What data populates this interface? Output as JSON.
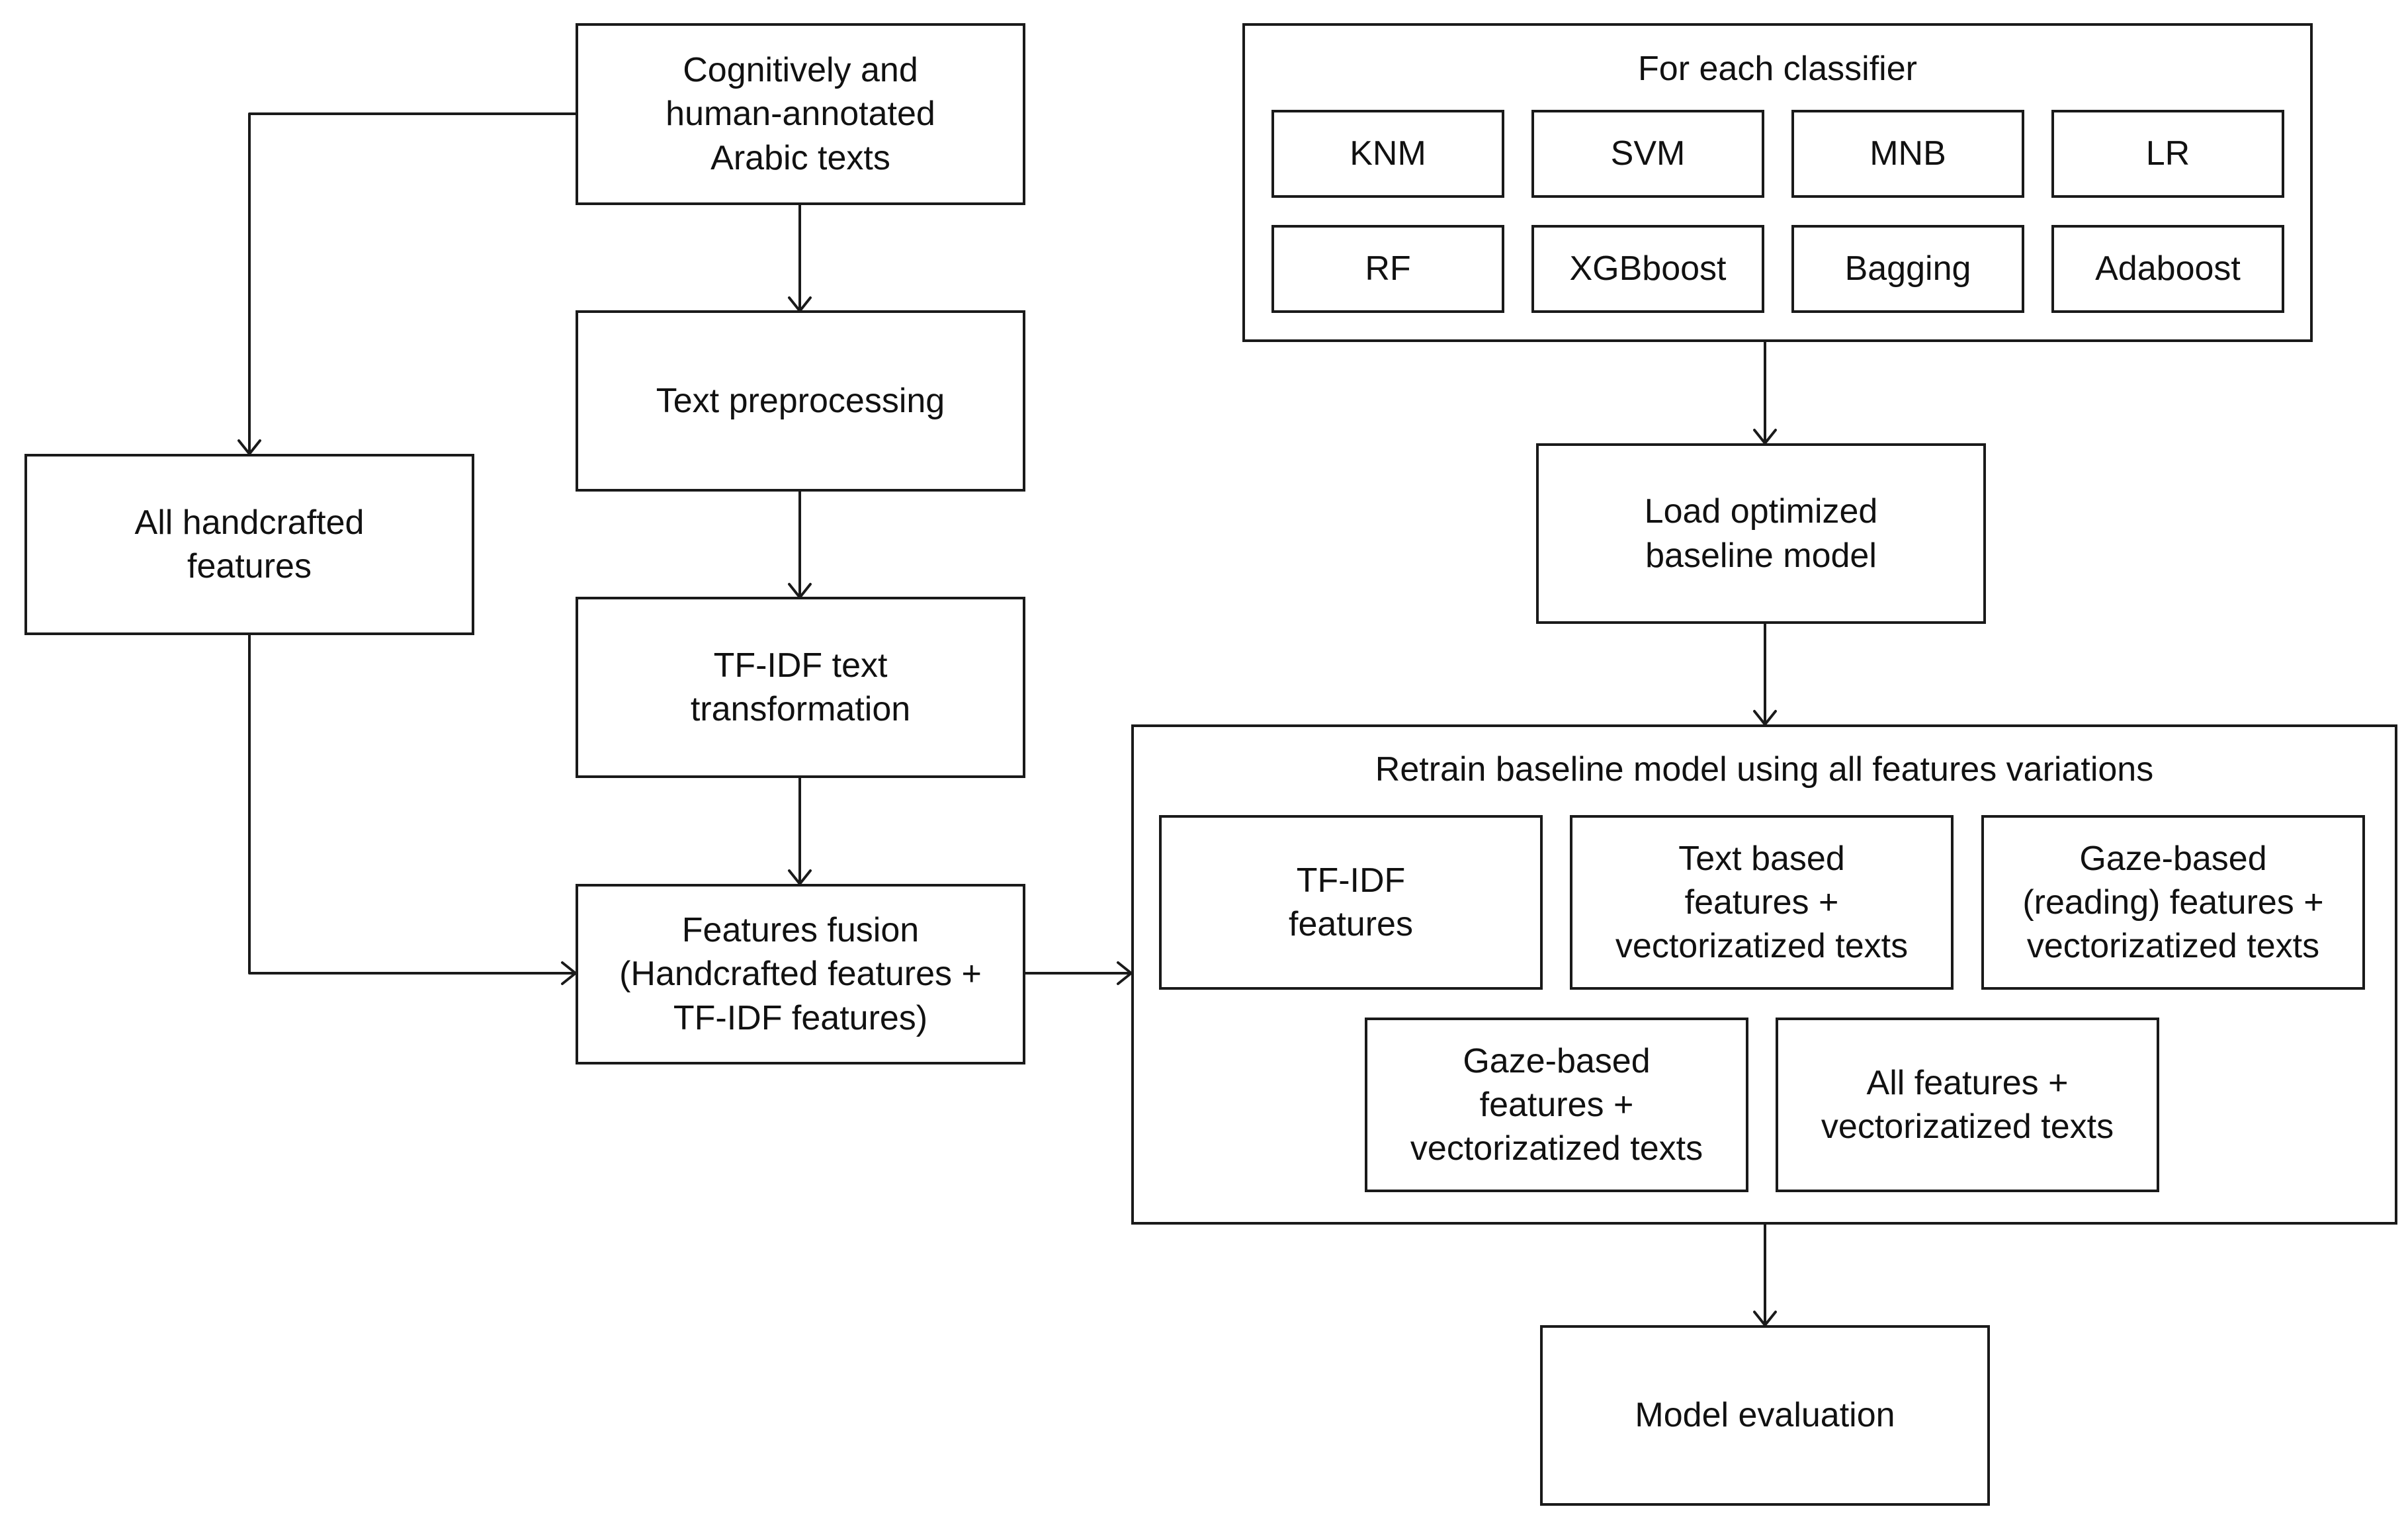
{
  "nodes": {
    "source": "Cognitively and\nhuman-annotated\nArabic texts",
    "preprocessing": "Text preprocessing",
    "tfidf_transform": "TF-IDF text\ntransformation",
    "fusion": "Features fusion\n(Handcrafted features +\nTF-IDF features)",
    "handcrafted": "All handcrafted\nfeatures",
    "load_model": "Load optimized\nbaseline model",
    "evaluation": "Model evaluation"
  },
  "classifiers": {
    "title": "For each classifier",
    "items": [
      "KNM",
      "SVM",
      "MNB",
      "LR",
      "RF",
      "XGBboost",
      "Bagging",
      "Adaboost"
    ]
  },
  "retrain": {
    "title": "Retrain baseline model using all features variations",
    "variations": [
      "TF-IDF\nfeatures",
      "Text based\nfeatures +\nvectorizatized texts",
      "Gaze-based\n(reading) features +\nvectorizatized texts",
      "Gaze-based\nfeatures +\nvectorizatized texts",
      "All features +\nvectorizatized texts"
    ]
  },
  "colors": {
    "stroke": "#1a1a1a",
    "background": "#ffffff",
    "text": "#111111"
  }
}
